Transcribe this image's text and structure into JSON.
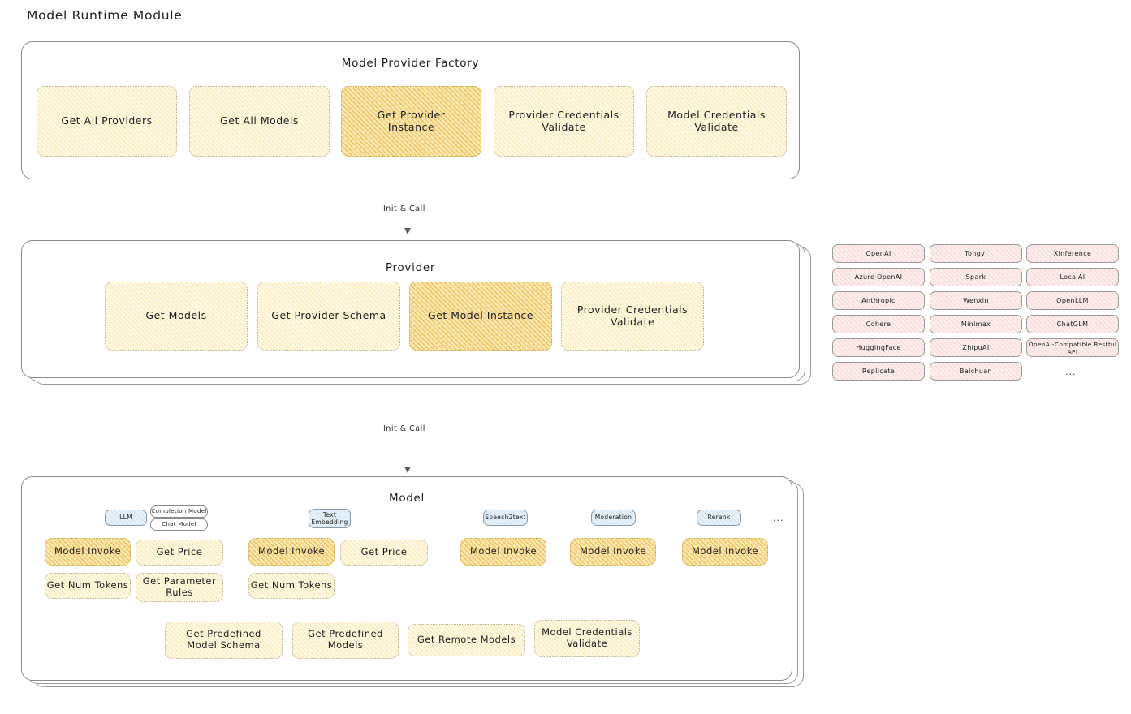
{
  "page": {
    "title": "Model Runtime Module"
  },
  "factory": {
    "title": "Model Provider Factory",
    "nodes": [
      {
        "label": "Get All Providers",
        "highlight": false
      },
      {
        "label": "Get All Models",
        "highlight": false
      },
      {
        "label": "Get Provider Instance",
        "highlight": true
      },
      {
        "label": "Provider Credentials Validate",
        "highlight": false
      },
      {
        "label": "Model Credentials Validate",
        "highlight": false
      }
    ]
  },
  "arrows": [
    {
      "label": "Init & Call"
    },
    {
      "label": "Init & Call"
    }
  ],
  "provider": {
    "title": "Provider",
    "nodes": [
      {
        "label": "Get Models",
        "highlight": false
      },
      {
        "label": "Get Provider Schema",
        "highlight": false
      },
      {
        "label": "Get Model Instance",
        "highlight": true
      },
      {
        "label": "Provider Credentials Validate",
        "highlight": false
      }
    ]
  },
  "provider_list": {
    "columns": [
      [
        "OpenAI",
        "Azure OpenAI",
        "Anthropic",
        "Cohere",
        "HuggingFace",
        "Replicate"
      ],
      [
        "Tongyi",
        "Spark",
        "Wenxin",
        "Minimax",
        "ZhipuAI",
        "Baichuan"
      ],
      [
        "Xinference",
        "LocalAI",
        "OpenLLM",
        "ChatGLM",
        "OpenAI-Compatible Restful API"
      ]
    ],
    "more": "..."
  },
  "model": {
    "title": "Model",
    "more": "...",
    "types": [
      {
        "name": "LLM",
        "sub": [
          "Completion Model",
          "Chat Model"
        ],
        "ops": [
          {
            "label": "Model Invoke",
            "highlight": true
          },
          {
            "label": "Get Price",
            "highlight": false
          },
          {
            "label": "Get Num Tokens",
            "highlight": false
          },
          {
            "label": "Get Parameter Rules",
            "highlight": false
          }
        ]
      },
      {
        "name": "Text Embedding",
        "sub": [],
        "ops": [
          {
            "label": "Model Invoke",
            "highlight": true
          },
          {
            "label": "Get Price",
            "highlight": false
          },
          {
            "label": "Get Num Tokens",
            "highlight": false
          }
        ]
      },
      {
        "name": "Speech2text",
        "sub": [],
        "ops": [
          {
            "label": "Model Invoke",
            "highlight": true
          }
        ]
      },
      {
        "name": "Moderation",
        "sub": [],
        "ops": [
          {
            "label": "Model Invoke",
            "highlight": true
          }
        ]
      },
      {
        "name": "Rerank",
        "sub": [],
        "ops": [
          {
            "label": "Model Invoke",
            "highlight": true
          }
        ]
      }
    ],
    "common_ops": [
      {
        "label": "Get Predefined Model Schema"
      },
      {
        "label": "Get Predefined Models"
      },
      {
        "label": "Get Remote Models"
      },
      {
        "label": "Model Credentials Validate"
      }
    ]
  },
  "colors": {
    "node_light_bg": "#fdf8e3",
    "node_highlight_bg": "#fbe9b6",
    "provider_pill_bg": "#fdeeee",
    "badge_bg": "#e6f1fa",
    "card_border": "#8a8a8a",
    "text": "#1e1e1e"
  }
}
